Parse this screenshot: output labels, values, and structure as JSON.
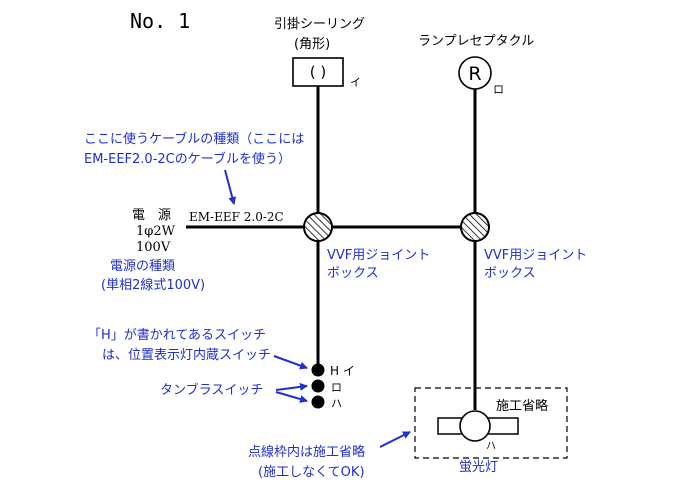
{
  "title": "No. 1",
  "ceiling": {
    "name": "引掛シーリング",
    "shape": "(角形)",
    "symbol": "( )",
    "mark": "イ"
  },
  "receptacle": {
    "name": "ランプレセプタクル",
    "symbol": "R",
    "mark": "ロ"
  },
  "cable_note": {
    "line1": "ここに使うケーブルの種類（ここには",
    "line2": "EM-EEF2.0-2Cのケーブルを使う）"
  },
  "power": {
    "label": "電　源",
    "spec1": "1φ2W",
    "spec2": "100V",
    "cable": "EM-EEF 2.0-2C",
    "note_line1": "電源の種類",
    "note_line2": "(単相2線式100V)"
  },
  "jbox": {
    "left_line1": "VVF用ジョイント",
    "left_line2": "ボックス",
    "right_line1": "VVF用ジョイント",
    "right_line2": "ボックス"
  },
  "switch_note": {
    "h_line1": "「H」が書かれてあるスイッチ",
    "h_line2": "は、位置表示灯内蔵スイッチ",
    "tumbler": "タンブラスイッチ",
    "marks": [
      "H イ",
      "ロ",
      "ハ"
    ]
  },
  "omit": {
    "label": "施工省略",
    "note_line1": "点線枠内は施工省略",
    "note_line2": "(施工しなくてOK)",
    "lamp_mark": "ハ",
    "lamp_name": "蛍光灯"
  },
  "colors": {
    "wire": "#000000",
    "annotation": "#1f2fd0"
  }
}
